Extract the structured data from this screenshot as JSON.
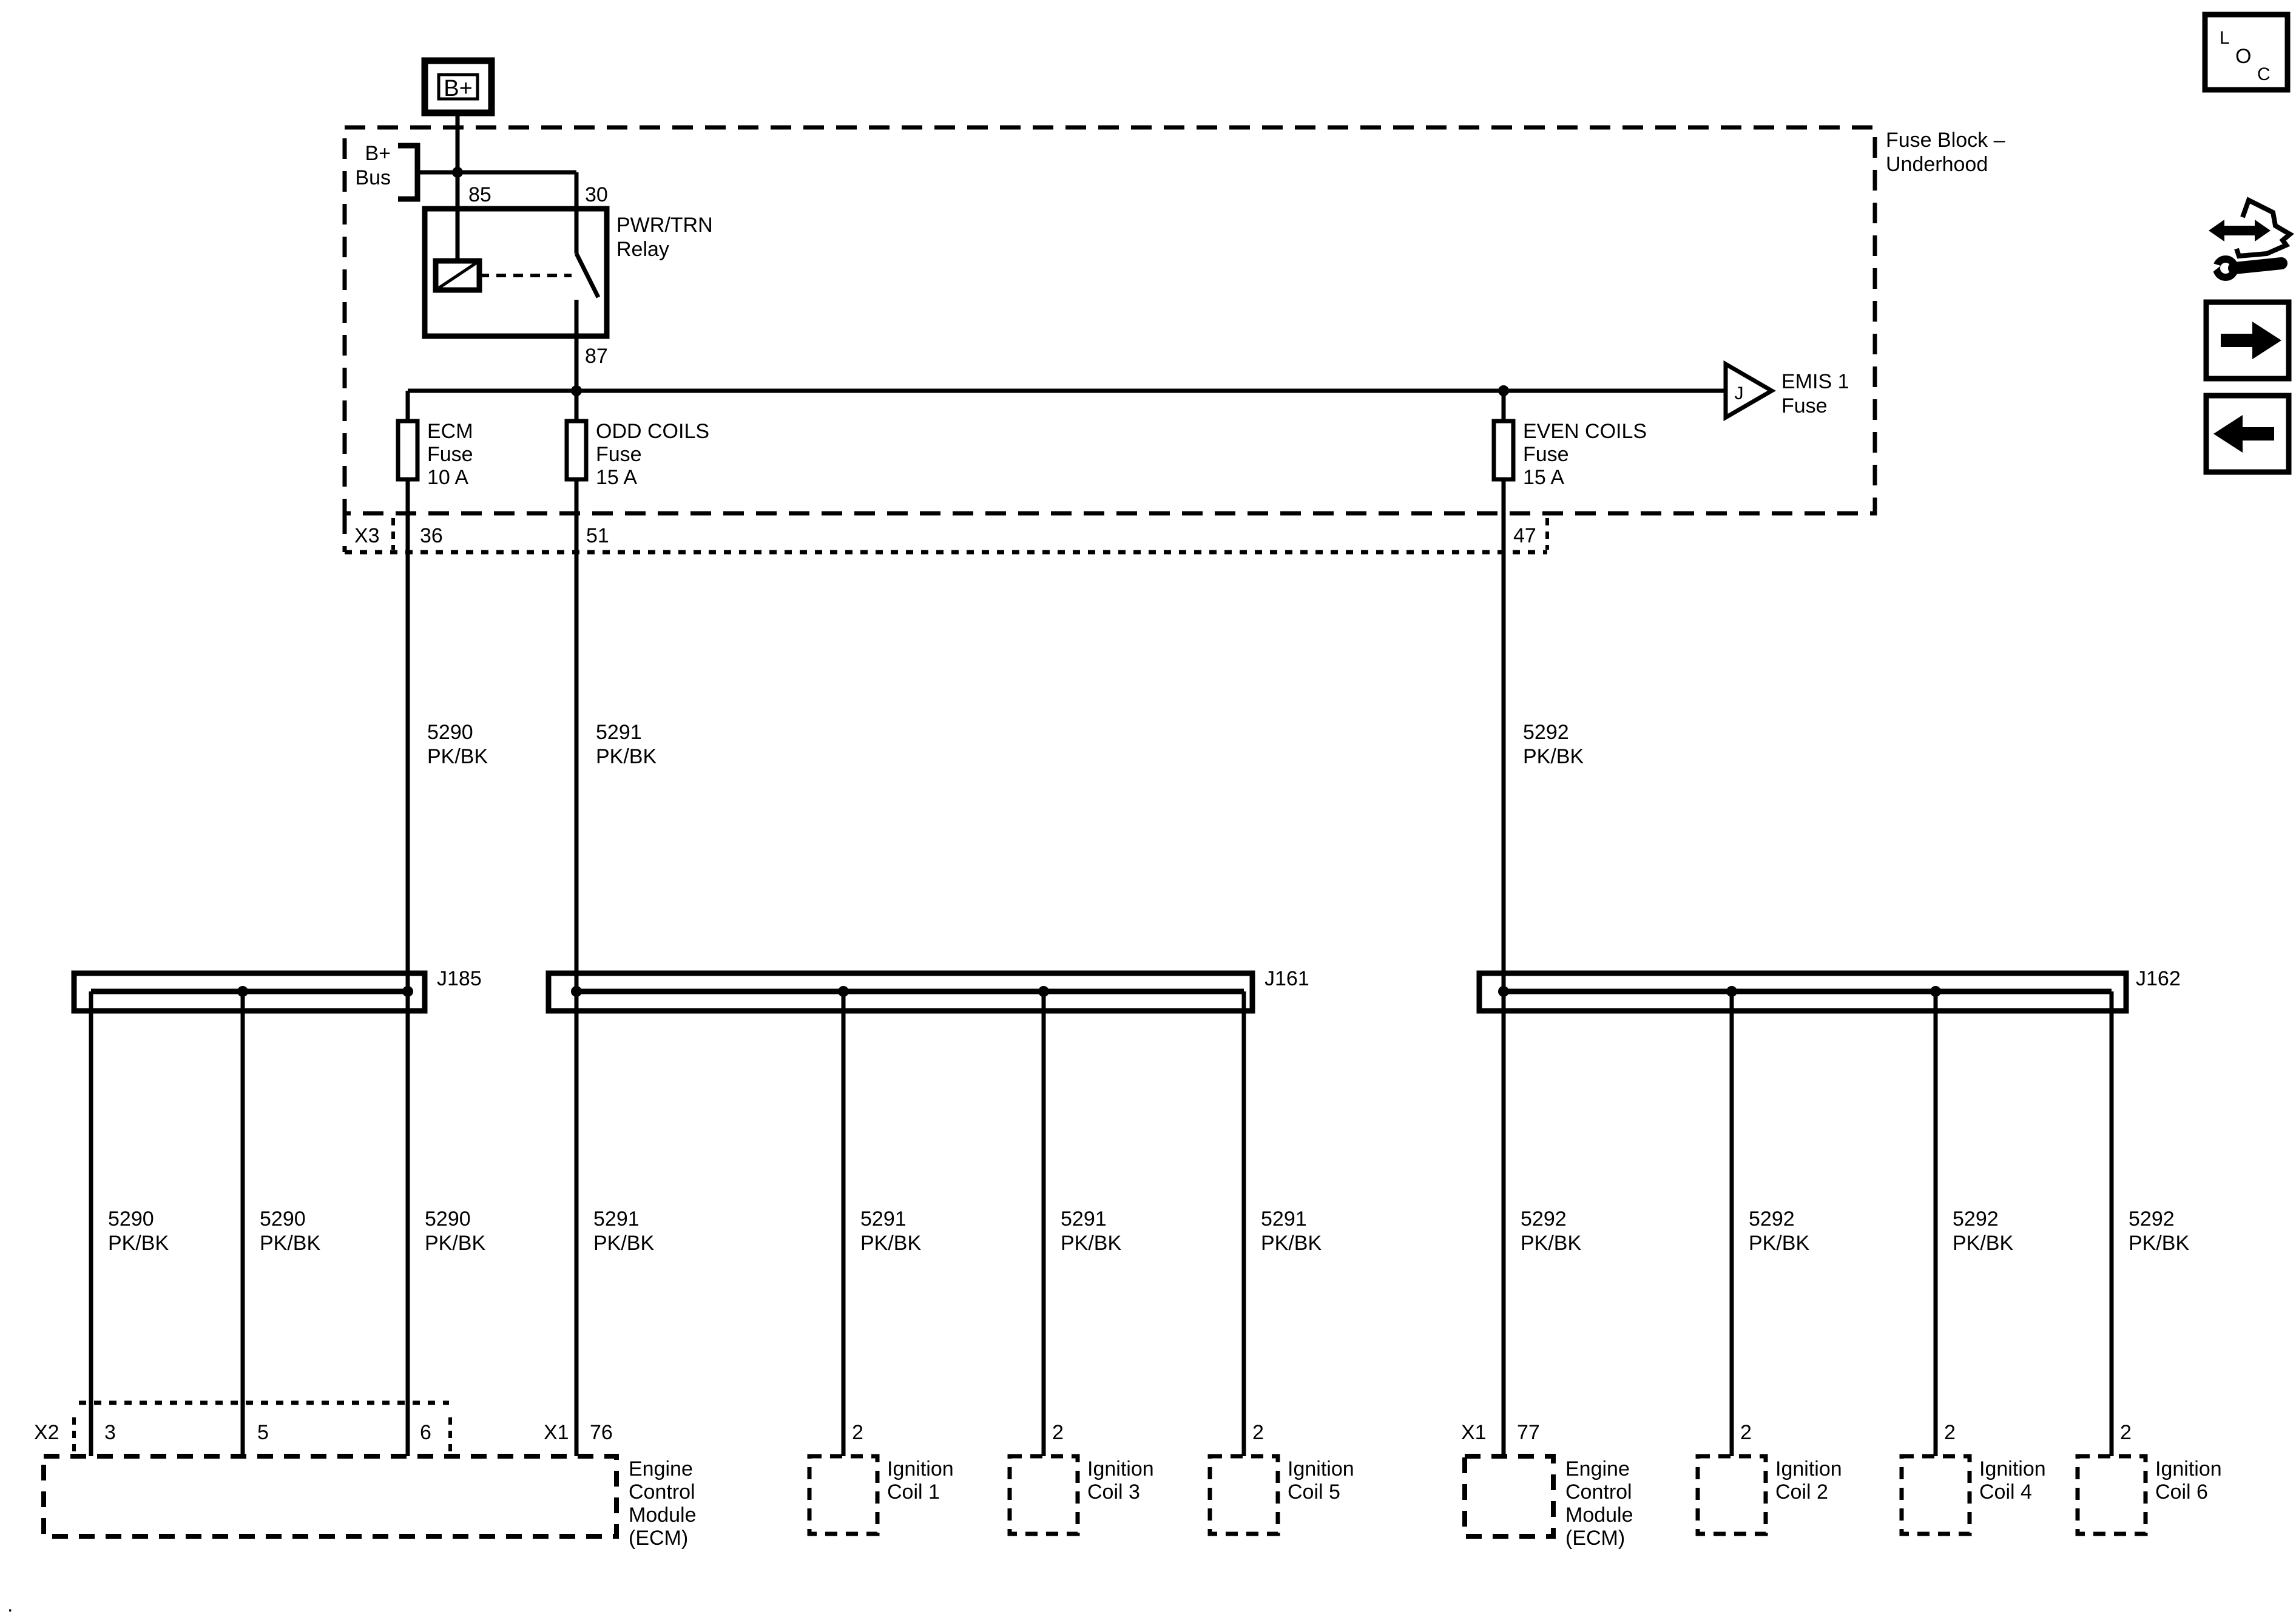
{
  "colors": {
    "line": "#000000",
    "background": "#ffffff"
  },
  "battery": {
    "terminal": "B+",
    "bus": [
      "B+",
      "Bus"
    ]
  },
  "fuse_block": {
    "title": [
      "Fuse Block –",
      "Underhood"
    ],
    "connector": "X3",
    "pin_ecm_fuse": "36",
    "pin_odd_fuse": "51",
    "pin_even_fuse": "47"
  },
  "relay": {
    "title": [
      "PWR/TRN",
      "Relay"
    ],
    "pin_coil": "85",
    "pin_common": "30",
    "pin_no": "87"
  },
  "fuses": {
    "ecm": [
      "ECM",
      "Fuse",
      "10 A"
    ],
    "odd": [
      "ODD COILS",
      "Fuse",
      "15 A"
    ],
    "even": [
      "EVEN COILS",
      "Fuse",
      "15 A"
    ]
  },
  "emis": {
    "tag": "J",
    "title": [
      "EMIS 1",
      "Fuse"
    ]
  },
  "wires": {
    "circuit_5290": "5290",
    "circuit_5291": "5291",
    "circuit_5292": "5292",
    "color_code": "PK/BK"
  },
  "junction_blocks": {
    "j185": "J185",
    "j161": "J161",
    "j162": "J162"
  },
  "ecm_left": {
    "connector_x2": "X2",
    "pin_3": "3",
    "pin_5": "5",
    "pin_6": "6",
    "connector_x1": "X1",
    "pin_76": "76",
    "title": [
      "Engine",
      "Control",
      "Module",
      "(ECM)"
    ]
  },
  "ecm_right": {
    "connector_x1": "X1",
    "pin_77": "77",
    "title": [
      "Engine",
      "Control",
      "Module",
      "(ECM)"
    ]
  },
  "ignition_coils": {
    "pin": "2",
    "coil_1": [
      "Ignition",
      "Coil 1"
    ],
    "coil_2": [
      "Ignition",
      "Coil 2"
    ],
    "coil_3": [
      "Ignition",
      "Coil 3"
    ],
    "coil_4": [
      "Ignition",
      "Coil 4"
    ],
    "coil_5": [
      "Ignition",
      "Coil 5"
    ],
    "coil_6": [
      "Ignition",
      "Coil 6"
    ]
  },
  "nav": {
    "loc_letters": [
      "L",
      "O",
      "C"
    ]
  },
  "icons": {
    "loc": "location-code-icon",
    "diagnostic": "wrench-arrows-icon",
    "forward": "right-arrow-icon",
    "back": "left-arrow-icon"
  },
  "footer": {
    "mark": "."
  }
}
